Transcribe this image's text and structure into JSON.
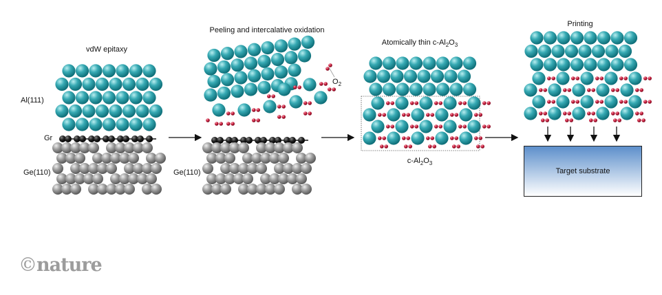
{
  "panels": {
    "vdw": {
      "title": "vdW epitaxy",
      "al_label": "Al(111)",
      "gr_label": "Gr",
      "ge_label": "Ge(110)"
    },
    "peeling": {
      "title": "Peeling and intercalative oxidation",
      "o2_label": "O",
      "o2_sub": "2",
      "ge_label": "Ge(110)"
    },
    "thin": {
      "title_pre": "Atomically thin c-Al",
      "title_sub1": "2",
      "title_mid": "O",
      "title_sub2": "3",
      "box_pre": "c-Al",
      "box_sub1": "2",
      "box_mid": "O",
      "box_sub2": "3"
    },
    "printing": {
      "title": "Printing",
      "substrate_label": "Target substrate"
    }
  },
  "logo": {
    "symbol": "©",
    "text": "nature"
  },
  "colors": {
    "aluminum": "#1f9aa5",
    "oxygen": "#c01a3a",
    "graphene": "#111111",
    "germanium": "#8a8a8a",
    "substrate": "#5d8fcb"
  }
}
